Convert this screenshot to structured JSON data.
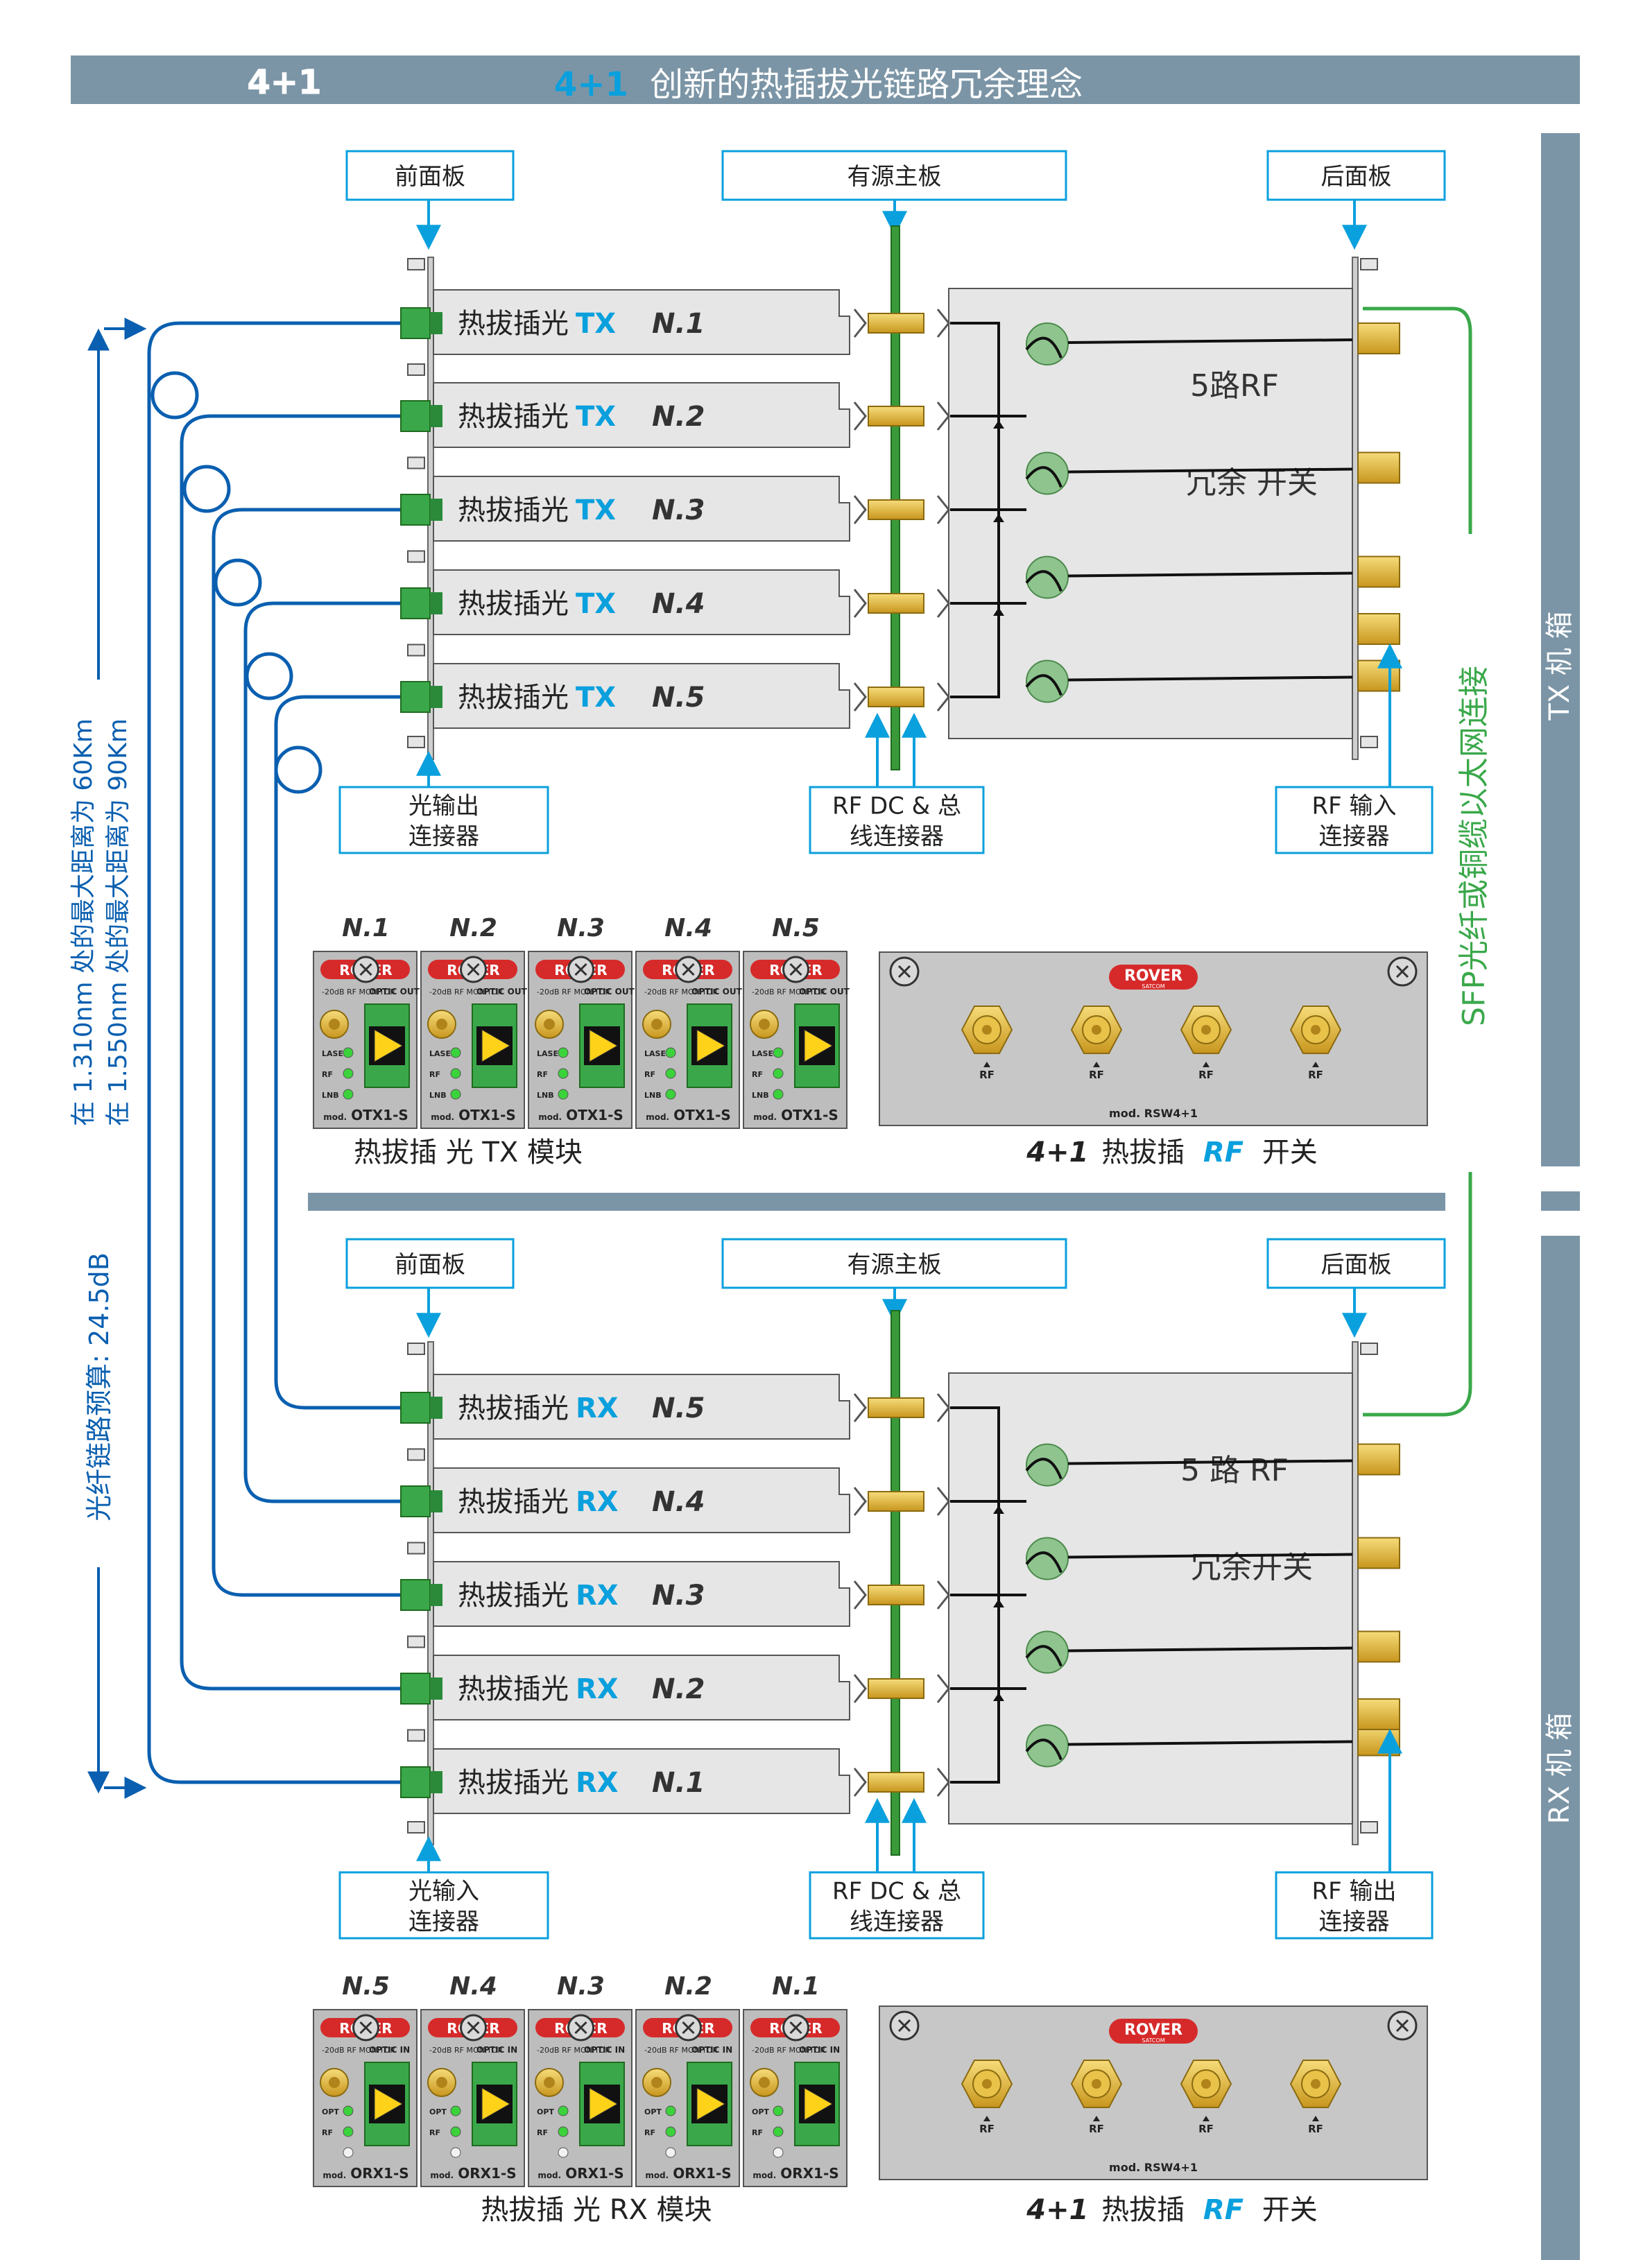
{
  "header": {
    "left_label": "4+1",
    "title_accent": "4+1",
    "title_text": "创新的热插拔光链路冗余理念"
  },
  "side_labels": {
    "tx_box": "TX 机 箱",
    "rx_box": "RX 机 箱",
    "ethernet": "SFP光纤或铜缆以太网连接",
    "distance_line1": "在 1.310nm 处的最大距离为 60Km",
    "distance_line2": "在 1.550nm 处的最大距离为 90Km",
    "budget": "光纤链路预算: 24.5dB"
  },
  "tx_section": {
    "front_panel": "前面板",
    "backplane": "有源主板",
    "rear_panel": "后面板",
    "slot_prefix": "热拔插光",
    "slot_tag": "TX",
    "slots": [
      "N.1",
      "N.2",
      "N.3",
      "N.4",
      "N.5"
    ],
    "switch_label_1": "5路RF",
    "switch_label_2": "冗余 开关",
    "callout_optical": [
      "光输出",
      "连接器"
    ],
    "callout_bus": [
      "RF DC & 总",
      "线连接器"
    ],
    "callout_rf": [
      "RF  输入",
      "连接器"
    ]
  },
  "rx_section": {
    "front_panel": "前面板",
    "backplane": "有源主板",
    "rear_panel": "后面板",
    "slot_prefix": "热拔插光",
    "slot_tag": "RX",
    "slots": [
      "N.5",
      "N.4",
      "N.3",
      "N.2",
      "N.1"
    ],
    "switch_label_1": "5 路 RF",
    "switch_label_2": "冗余开关",
    "callout_optical": [
      "光输入",
      "连接器"
    ],
    "callout_bus": [
      "RF DC & 总",
      "线连接器"
    ],
    "callout_rf": [
      "RF  输出",
      "连接器"
    ]
  },
  "tx_modules": {
    "numbers": [
      "N.1",
      "N.2",
      "N.3",
      "N.4",
      "N.5"
    ],
    "brand": "ROVER",
    "monitor": "-20dB RF MONITOR",
    "port": "OPTIC OUT",
    "leds": [
      "LASER",
      "RF",
      "LNB"
    ],
    "model": "OTX1-S",
    "mod_prefix": "mod.",
    "caption": "热拔插 光 TX 模块"
  },
  "rx_modules": {
    "numbers": [
      "N.5",
      "N.4",
      "N.3",
      "N.2",
      "N.1"
    ],
    "brand": "ROVER",
    "monitor": "-20dB RF MONITOR",
    "port": "OPTIC IN",
    "leds": [
      "OPT",
      "RF",
      ""
    ],
    "model": "ORX1-S",
    "mod_prefix": "mod.",
    "caption": "热拔插 光 RX 模块"
  },
  "rf_switch_panels": {
    "brand": "ROVER",
    "brand_sub": "SATCOM",
    "port_label": "RF",
    "model": "mod. RSW4+1",
    "caption_prefix": "4+1",
    "caption_mid": "热拔插",
    "caption_rf": "RF",
    "caption_suffix": "开关"
  },
  "colors": {
    "header_bar": "#7b95a6",
    "accent_blue": "#0aa0dd",
    "cable_blue": "#0a5fb0",
    "pcb_green": "#3a9a3a",
    "ethernet_green": "#3aa84a",
    "connector_gold": "#e0b840",
    "module_gray": "#bdbdbd"
  }
}
